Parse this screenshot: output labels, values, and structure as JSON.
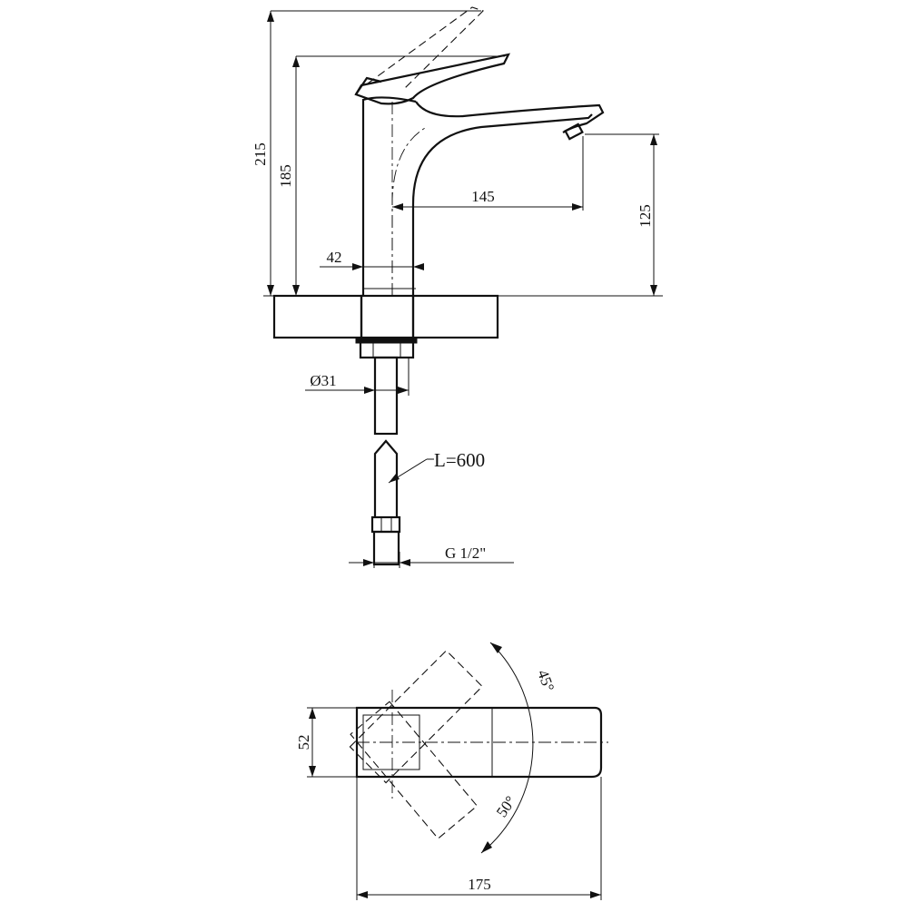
{
  "dimensions": {
    "total_height": "215",
    "lever_height": "185",
    "spout_reach": "145",
    "spout_height": "125",
    "body_width": "42",
    "base_diameter": "Ø31",
    "hose_length": "L=600",
    "connection_thread": "G 1/2\"",
    "top_depth": "52",
    "lever_rotation_left": "45°",
    "lever_rotation_right": "50°",
    "total_length": "175"
  }
}
